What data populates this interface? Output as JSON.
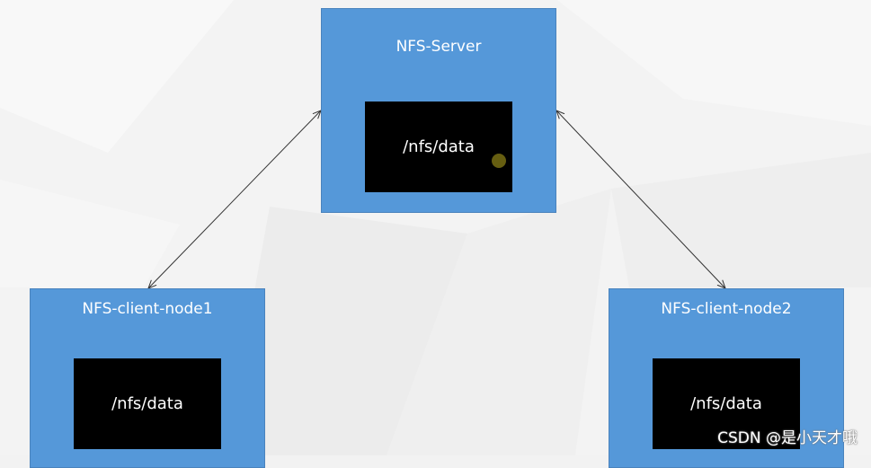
{
  "nodes": {
    "server": {
      "title": "NFS-Server",
      "dir": "/nfs/data"
    },
    "client1": {
      "title": "NFS-client-node1",
      "dir": "/nfs/data"
    },
    "client2": {
      "title": "NFS-client-node2",
      "dir": "/nfs/data"
    }
  },
  "watermark": "CSDN @是小天才哦",
  "colors": {
    "node_fill": "#5598d9",
    "storage_fill": "#000000",
    "link": "#333333"
  }
}
